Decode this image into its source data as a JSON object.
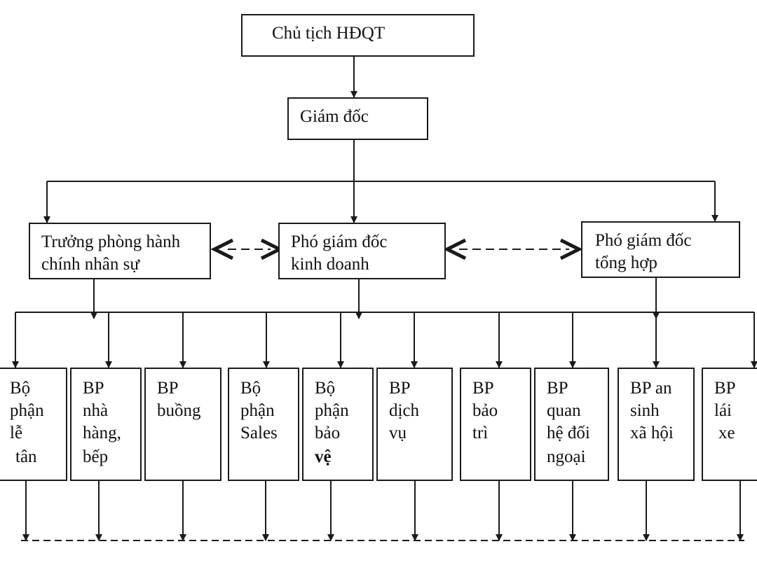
{
  "top": {
    "chairman": "Chủ tịch HĐQT",
    "director": "Giám đốc"
  },
  "managers": {
    "hr": [
      "Trưởng phòng hành",
      "chính nhân sự"
    ],
    "business": [
      "Phó giám đốc",
      "kinh doanh"
    ],
    "general": [
      "Phó giám đốc",
      "tổng hợp"
    ]
  },
  "departments": {
    "reception": [
      "Bộ",
      "phận",
      "lễ",
      "tân"
    ],
    "restaurant": [
      "BP",
      "nhà",
      "hàng,",
      "bếp"
    ],
    "rooms": [
      "BP",
      "buồng"
    ],
    "sales": [
      "Bộ",
      "phận",
      "Sales"
    ],
    "security": [
      "Bộ",
      "phận",
      "bảo",
      "vệ"
    ],
    "service": [
      "BP",
      "dịch",
      "vụ"
    ],
    "maintenance": [
      "BP",
      "bảo",
      "trì"
    ],
    "external": [
      "BP",
      "quan",
      "hệ đối",
      "ngoại"
    ],
    "welfare": [
      "BP an",
      "sinh",
      "xã hội"
    ],
    "driver": [
      "BP",
      "lái",
      "xe"
    ]
  },
  "colors": {
    "line": "#1a1a1a",
    "text": "#111111",
    "background": "#ffffff"
  }
}
